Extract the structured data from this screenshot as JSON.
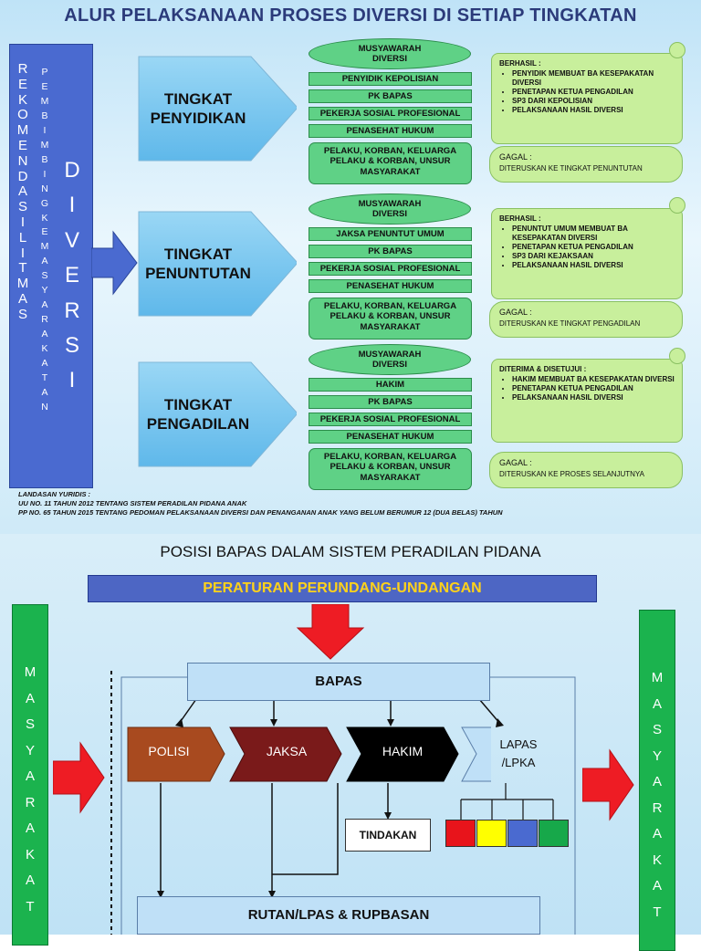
{
  "title": "ALUR PELAKSANAAN PROSES DIVERSI DI SETIAP TINGKATAN",
  "left_column": {
    "col1": [
      "R",
      "E",
      "K",
      "O",
      "M",
      "E",
      "N",
      "D",
      "A",
      "S",
      "I",
      "L",
      "I",
      "T",
      "M",
      "A",
      "S"
    ],
    "col2": [
      "P",
      "E",
      "M",
      "B",
      "I",
      "M",
      "B",
      "I",
      "N",
      "G",
      "K",
      "E",
      "M",
      "A",
      "S",
      "Y",
      "A",
      "R",
      "A",
      "K",
      "A",
      "T",
      "A",
      "N"
    ],
    "col3": [
      "D",
      "I",
      "V",
      "E",
      "R",
      "S",
      "I"
    ]
  },
  "stages": [
    {
      "label1": "TINGKAT",
      "label2": "PENYIDIKAN",
      "oval": "MUSYAWARAH DIVERSI",
      "items": [
        "PENYIDIK KEPOLISIAN",
        "PK BAPAS",
        "PEKERJA SOSIAL PROFESIONAL",
        "PENASEHAT HUKUM"
      ],
      "parties": "PELAKU, KORBAN, KELUARGA PELAKU & KORBAN, UNSUR MASYARAKAT",
      "success_title": "BERHASIL :",
      "success_items": [
        "PENYIDIK MEMBUAT BA KESEPAKATAN DIVERSI",
        "PENETAPAN KETUA PENGADILAN",
        "SP3 DARI KEPOLISIAN",
        "PELAKSANAAN HASIL DIVERSI"
      ],
      "fail_title": "GAGAL :",
      "fail_text": "DITERUSKAN KE TINGKAT PENUNTUTAN"
    },
    {
      "label1": "TINGKAT",
      "label2": "PENUNTUTAN",
      "oval": "MUSYAWARAH DIVERSI",
      "items": [
        "JAKSA PENUNTUT UMUM",
        "PK BAPAS",
        "PEKERJA SOSIAL PROFESIONAL",
        "PENASEHAT HUKUM"
      ],
      "parties": "PELAKU, KORBAN, KELUARGA PELAKU & KORBAN, UNSUR MASYARAKAT",
      "success_title": "BERHASIL :",
      "success_items": [
        "PENUNTUT UMUM MEMBUAT BA KESEPAKATAN DIVERSI",
        "PENETAPAN KETUA PENGADILAN",
        "SP3 DARI KEJAKSAAN",
        "PELAKSANAAN HASIL DIVERSI"
      ],
      "fail_title": "GAGAL :",
      "fail_text": "DITERUSKAN KE TINGKAT PENGADILAN"
    },
    {
      "label1": "TINGKAT",
      "label2": "PENGADILAN",
      "oval": "MUSYAWARAH DIVERSI",
      "items": [
        "HAKIM",
        "PK BAPAS",
        "PEKERJA SOSIAL PROFESIONAL",
        "PENASEHAT HUKUM"
      ],
      "parties": "PELAKU, KORBAN, KELUARGA PELAKU & KORBAN, UNSUR MASYARAKAT",
      "success_title": "DITERIMA & DISETUJUI :",
      "success_items": [
        "HAKIM MEMBUAT BA KESEPAKATAN DIVERSI",
        "PENETAPAN KETUA PENGADILAN",
        "PELAKSANAAN HASIL DIVERSI"
      ],
      "fail_title": "GAGAL :",
      "fail_text": "DITERUSKAN KE PROSES SELANJUTNYA"
    }
  ],
  "legal": {
    "heading": "LANDASAN YURIDIS :",
    "line1": "UU NO. 11 TAHUN 2012 TENTANG SISTEM PERADILAN PIDANA ANAK",
    "line2": "PP NO. 65 TAHUN 2015 TENTANG PEDOMAN PELAKSANAAN DIVERSI DAN PENANGANAN ANAK YANG BELUM BERUMUR 12 (DUA BELAS) TAHUN"
  },
  "bottom": {
    "title": "POSISI BAPAS DALAM SISTEM PERADILAN PIDANA",
    "regulation": "PERATURAN PERUNDANG-UNDANGAN",
    "community_letters": [
      "M",
      "A",
      "S",
      "Y",
      "A",
      "R",
      "A",
      "K",
      "A",
      "T"
    ],
    "bapas": "BAPAS",
    "polisi": "POLISI",
    "jaksa": "JAKSA",
    "hakim": "HAKIM",
    "lapas1": "LAPAS",
    "lapas2": "/LPKA",
    "tindakan": "TINDAKAN",
    "rutan": "RUTAN/LPAS & RUPBASAN",
    "color_boxes": [
      "#e8141b",
      "#ffff00",
      "#4a6ad0",
      "#17a84a"
    ]
  }
}
